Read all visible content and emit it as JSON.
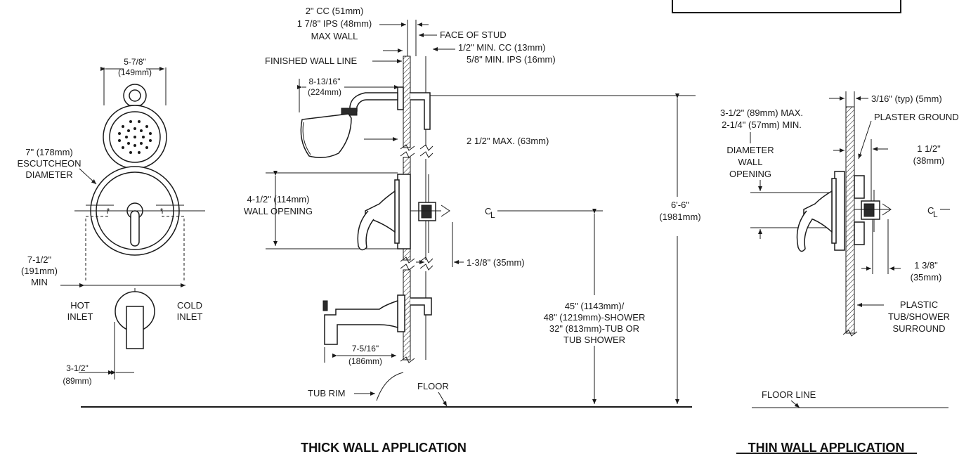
{
  "header_box_text": "",
  "left_view": {
    "head_width": "5-7/8\"",
    "head_width_mm": "(149mm)",
    "escutcheon": [
      "7\" (178mm)",
      "ESCUTCHEON",
      "DIAMETER"
    ],
    "inlet_spacing": [
      "7-1/2\"",
      "(191mm)",
      "MIN"
    ],
    "hot_inlet": [
      "HOT",
      "INLET"
    ],
    "cold_inlet": [
      "COLD",
      "INLET"
    ],
    "spout_offset": "3-1/2\"",
    "spout_offset_mm": "(89mm)"
  },
  "thick_wall": {
    "cc_labels": [
      "2\" CC (51mm)",
      "1 7/8\" IPS (48mm)",
      "MAX WALL"
    ],
    "face_of_stud": "FACE OF STUD",
    "finished_wall_line": "FINISHED WALL LINE",
    "min_cc": [
      "1/2\" MIN. CC (13mm)",
      "5/8\" MIN. IPS (16mm)"
    ],
    "arm_reach": "8-13/16\"",
    "arm_reach_mm": "(224mm)",
    "max_depth": "2 1/2\" MAX. (63mm)",
    "wall_opening": [
      "4-1/2\" (114mm)",
      "WALL OPENING"
    ],
    "centerline": "C",
    "centerline_sub": "L",
    "valve_depth": "1-3/8\" (35mm)",
    "head_height": [
      "6'-6\"",
      "(1981mm)"
    ],
    "valve_heights": [
      "45\" (1143mm)/",
      "48\" (1219mm)-SHOWER",
      "32\" (813mm)-TUB OR",
      "TUB SHOWER"
    ],
    "spout_reach": "7-5/16\"",
    "spout_reach_mm": "(186mm)",
    "tub_rim": "TUB RIM",
    "floor": "FLOOR",
    "title": "THICK WALL APPLICATION"
  },
  "thin_wall": {
    "typ": "3/16\" (typ) (5mm)",
    "plaster_ground": "PLASTER GROUND",
    "opening_range": [
      "3-1/2\" (89mm) MAX.",
      "2-1/4\" (57mm) MIN."
    ],
    "diameter_wall_opening": [
      "DIAMETER",
      "WALL",
      "OPENING"
    ],
    "dim_upper": [
      "1 1/2\"",
      "(38mm)"
    ],
    "dim_lower": [
      "1 3/8\"",
      "(35mm)"
    ],
    "centerline": "C",
    "centerline_sub": "L",
    "surround": [
      "PLASTIC",
      "TUB/SHOWER",
      "SURROUND"
    ],
    "floor_line": "FLOOR LINE",
    "title": "THIN WALL APPLICATION"
  }
}
